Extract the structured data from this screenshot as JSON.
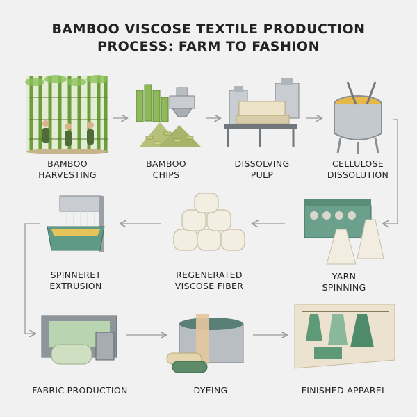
{
  "title": {
    "line1": "BAMBOO VISCOSE TEXTILE PRODUCTION",
    "line2": "PROCESS: FARM TO FASHION"
  },
  "steps": [
    {
      "line1": "BAMBOO",
      "line2": "HARVESTING"
    },
    {
      "line1": "BAMBOO",
      "line2": "CHIPS"
    },
    {
      "line1": "DISSOLVING",
      "line2": "PULP"
    },
    {
      "line1": "CELLULOSE",
      "line2": "DISSOLUTION"
    },
    {
      "line1": "YARN",
      "line2": "SPINNING"
    },
    {
      "line1": "REGENERATED",
      "line2": "VISCOSE FIBER"
    },
    {
      "line1": "SPINNERET",
      "line2": "EXTRUSION"
    },
    {
      "line1": "FABRIC PRODUCTION",
      "line2": ""
    },
    {
      "line1": "DYEING",
      "line2": ""
    },
    {
      "line1": "FINISHED APPAREL",
      "line2": ""
    }
  ],
  "colors": {
    "background": "#f1f1f1",
    "bamboo_green": "#7aa84a",
    "machine_green": "#5e9a86",
    "steel": "#b9bec3",
    "pulp_yellow": "#e6b84a",
    "arrow": "#9a9a9a"
  }
}
